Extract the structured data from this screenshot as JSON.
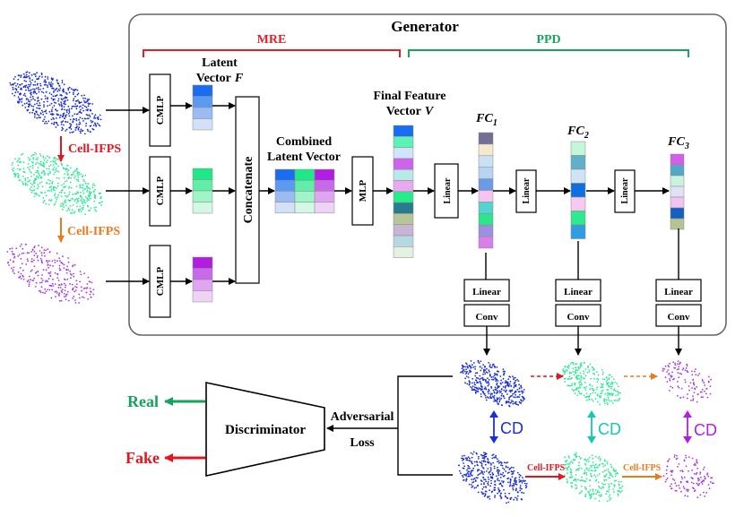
{
  "generator": {
    "title": "Generator"
  },
  "mre": {
    "label": "MRE"
  },
  "ppd": {
    "label": "PPD"
  },
  "labels": {
    "latent_line1": "Latent",
    "latent_line2": "Vector",
    "latent_var": "F",
    "combined_line1": "Combined",
    "combined_line2": "Latent Vector",
    "final_line1": "Final Feature",
    "final_line2": "Vector",
    "final_var": "V",
    "fc1": "FC",
    "fc1_sub": "1",
    "fc2": "FC",
    "fc2_sub": "2",
    "fc3": "FC",
    "fc3_sub": "3",
    "cmlp": "CMLP",
    "concatenate": "Concatenate",
    "mlp": "MLP",
    "linear": "Linear",
    "conv": "Conv",
    "cell_ifps": "Cell-IFPS",
    "discriminator": "Discriminator",
    "adversarial": "Adversarial",
    "loss": "Loss",
    "real": "Real",
    "fake": "Fake",
    "cd": "CD"
  },
  "colors": {
    "mre": "#e3202a",
    "ppd": "#16a35a",
    "blue": "#1b2fd6",
    "green": "#31e896",
    "purple": "#a23be6",
    "orange": "#e97b1b",
    "red": "#e6141e",
    "cd_teal": "#13c9b0"
  },
  "vectors": {
    "latent1": [
      "#1a6cf0",
      "#5c9af2",
      "#9bbcf2",
      "#d2e1f7"
    ],
    "latent2": [
      "#1fe889",
      "#62eea8",
      "#9ff4c8",
      "#d3f9e3"
    ],
    "latent3": [
      "#b21ee1",
      "#c86ae8",
      "#dea6f0",
      "#efd3f6"
    ],
    "combined": [
      [
        "#1a6cf0",
        "#1fe889",
        "#b21ee1"
      ],
      [
        "#5c9af2",
        "#62eea8",
        "#c86ae8"
      ],
      [
        "#9bbcf2",
        "#9ff4c8",
        "#dea6f0"
      ],
      [
        "#d2e1f7",
        "#d3f9e3",
        "#efd3f6"
      ]
    ],
    "final": [
      "#1a6cf0",
      "#5df2b6",
      "#cfe5fb",
      "#d062ee",
      "#b8e8e7",
      "#e8a9f0",
      "#28eb8a",
      "#287c8e",
      "#b7c598",
      "#c9b4d6",
      "#b5d8e2",
      "#e3f2e0"
    ],
    "fc1": [
      "#766d96",
      "#f5e8cf",
      "#c9e0f5",
      "#b7d5f0",
      "#6c9ae6",
      "#f6c4f1",
      "#58d2ce",
      "#2ee58b",
      "#9f8fe0",
      "#d87fe9"
    ],
    "fc2": [
      "#c3f7d8",
      "#61b0c9",
      "#cfe2f7",
      "#0f6fde",
      "#f6c9f0",
      "#2eea8e",
      "#2f9de2"
    ],
    "fc3": [
      "#d25ee9",
      "#52a9c6",
      "#c9f3dc",
      "#dfe2f6",
      "#f0c3f0",
      "#145fc0",
      "#b5c493"
    ]
  }
}
